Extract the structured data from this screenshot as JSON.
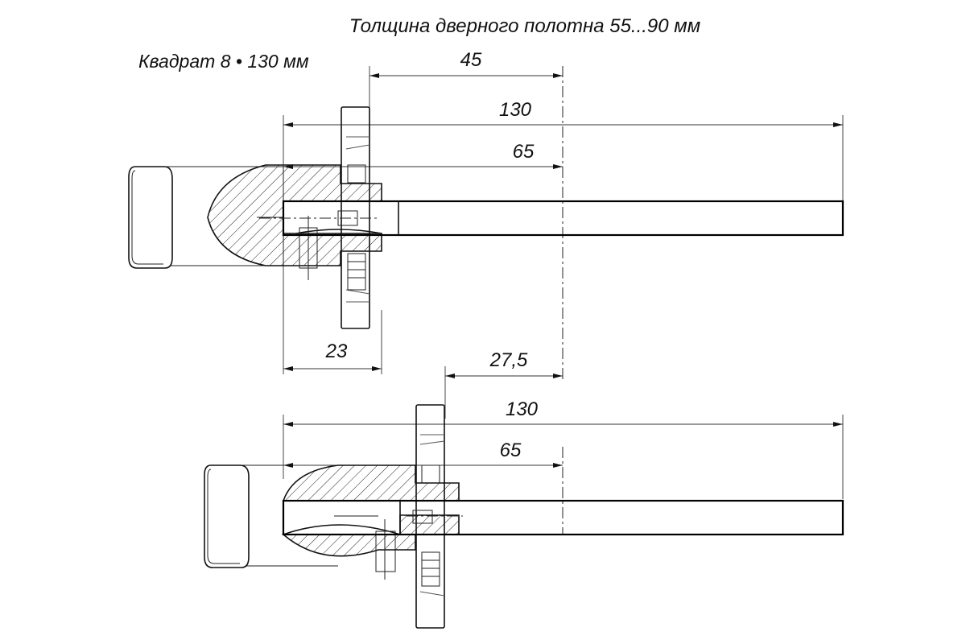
{
  "title": "Толщина дверного полотна 55...90 мм",
  "subtitle": "Квадрат 8 • 130 мм",
  "top_view": {
    "dim_45": "45",
    "dim_130": "130",
    "dim_65": "65",
    "dim_23": "23",
    "dim_27_5": "27,5"
  },
  "bottom_view": {
    "dim_130": "130",
    "dim_65": "65"
  }
}
